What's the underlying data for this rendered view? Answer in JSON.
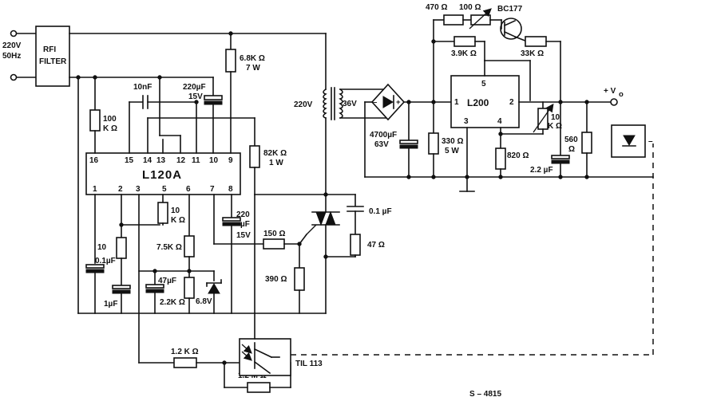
{
  "mains": {
    "voltage": "220V",
    "freq": "50Hz"
  },
  "rfi_filter": {
    "line1": "RFI",
    "line2": "FILTER"
  },
  "ic_l120a": {
    "name": "L120A",
    "pins_top": [
      "16",
      "15",
      "14",
      "13",
      "12",
      "11",
      "10",
      "9"
    ],
    "pins_bottom": [
      "1",
      "2",
      "3",
      "5",
      "6",
      "7",
      "8"
    ]
  },
  "ic_l200": {
    "name": "L200",
    "pin1": "1",
    "pin2": "2",
    "pin3": "3",
    "pin4": "4",
    "pin5": "5"
  },
  "components": {
    "r100": {
      "v1": "100",
      "v2": "K Ω"
    },
    "c10n": "10nF",
    "c220u_top": {
      "v1": "220µF",
      "v2": "15V"
    },
    "r6k8": {
      "v1": "6.8K Ω",
      "v2": "7 W"
    },
    "r82k": {
      "v1": "82K Ω",
      "v2": "1 W"
    },
    "r10k_a": {
      "v1": "10",
      "v2": "K Ω"
    },
    "r10_b": "10",
    "c01u_a": "0.1µF",
    "c1u": "1µF",
    "r7k5": "7.5K Ω",
    "c47u": "47µF",
    "r2k2": "2.2K Ω",
    "z6v8": "6.8V",
    "c220u_b": {
      "v1": "220",
      "v2": "µF",
      "v3": "15V"
    },
    "r150": "150 Ω",
    "r390": "390 Ω",
    "c01u_b": "0.1 µF",
    "r47": "47 Ω",
    "r1k2": "1.2 K Ω",
    "r1m2": "1.2 M Ω",
    "til": "TIL 113",
    "tr_primary": "220V",
    "tr_secondary": "36V",
    "c4700": {
      "v1": "4700µF",
      "v2": "63V"
    },
    "r330": {
      "v1": "330 Ω",
      "v2": "5 W"
    },
    "r820": "820 Ω",
    "c2u2": "2.2 µF",
    "r560": {
      "v1": "560",
      "v2": "Ω"
    },
    "pot10k": {
      "v1": "10",
      "v2": "K Ω"
    },
    "r470": "470 Ω",
    "pot100": "100 Ω",
    "bc177": "BC177",
    "r3k9": "3.9K Ω",
    "r33k": "33K Ω",
    "vo": "+ V",
    "vo_sub": "o",
    "minus": "–"
  },
  "figure_code": "S – 4815"
}
